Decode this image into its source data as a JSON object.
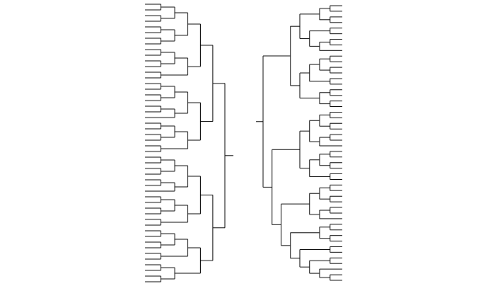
{
  "diagram": {
    "type": "dendrogram",
    "line_color": "#000000",
    "label_color": "#777777",
    "left_leaf_count": 50,
    "right_leaf_count": 50,
    "left_labels": [
      "",
      "",
      "",
      "",
      "",
      "",
      "",
      "",
      "",
      "",
      "",
      "",
      "",
      "",
      "",
      "",
      "",
      "",
      "",
      "",
      "",
      "",
      "",
      "",
      "",
      "",
      "",
      "",
      "",
      "",
      "",
      "",
      "",
      "",
      "",
      "",
      "",
      "",
      "",
      "",
      "",
      "",
      "",
      "",
      "",
      "",
      "",
      "",
      "",
      ""
    ],
    "right_labels": [
      "",
      "",
      "",
      "",
      "",
      "",
      "",
      "",
      "",
      "",
      "",
      "",
      "",
      "",
      "",
      "",
      "",
      "",
      "",
      "",
      "",
      "",
      "",
      "",
      "",
      "",
      "",
      "",
      "",
      "",
      "",
      "",
      "",
      "",
      "",
      "",
      "",
      "",
      "",
      "",
      "",
      "",
      "",
      "",
      "",
      "",
      "",
      "",
      "",
      ""
    ]
  }
}
